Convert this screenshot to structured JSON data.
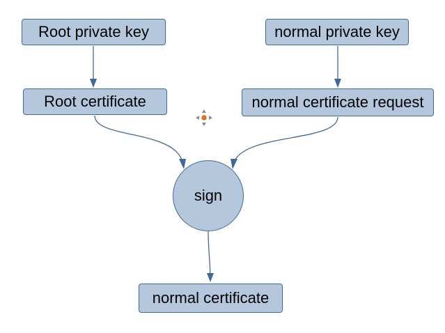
{
  "diagram": {
    "nodes": {
      "root_private_key": "Root private key",
      "normal_private_key": "normal private key",
      "root_certificate": "Root certificate",
      "normal_certificate_request": "normal certificate request",
      "sign": "sign",
      "normal_certificate": "normal certificate"
    },
    "colors": {
      "node_fill": "#b4c7dc",
      "node_border": "#3e6a98",
      "edge": "#3e6a98",
      "handle_body": "#8b8b8b",
      "handle_center": "#e8741d"
    },
    "edges": [
      {
        "from": "Root private key",
        "to": "Root certificate"
      },
      {
        "from": "normal private key",
        "to": "normal certificate request"
      },
      {
        "from": "Root certificate",
        "to": "sign"
      },
      {
        "from": "normal certificate request",
        "to": "sign"
      },
      {
        "from": "sign",
        "to": "normal certificate"
      }
    ],
    "cursor_icon": "move-handle-icon"
  }
}
